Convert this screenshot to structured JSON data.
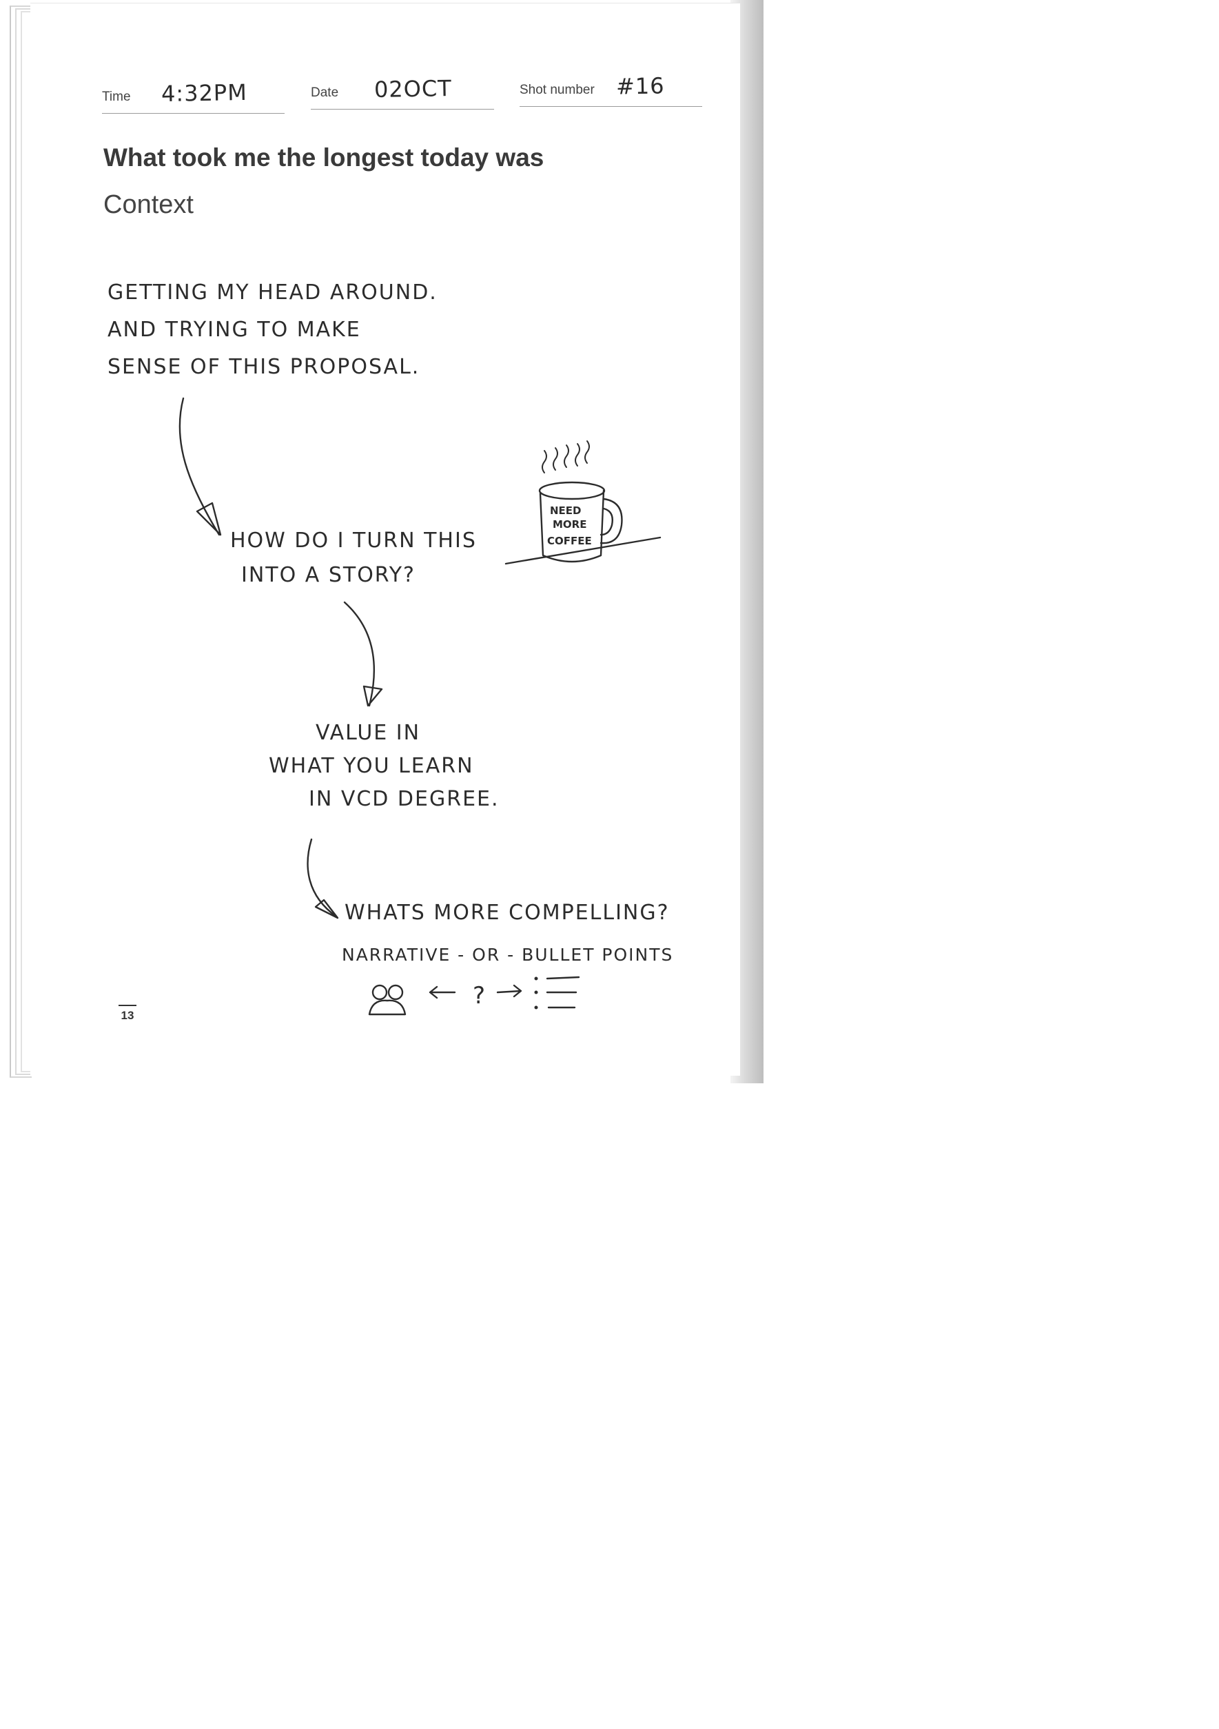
{
  "header": {
    "time_label": "Time",
    "time_value": "4:32PM",
    "date_label": "Date",
    "date_value": "02OCT",
    "shot_label": "Shot number",
    "shot_value": "#16"
  },
  "prompt": {
    "heading": "What took me the longest today was",
    "subheading": "Context"
  },
  "notes": {
    "first": [
      "GETTING MY HEAD AROUND.",
      "AND TRYING TO MAKE",
      "SENSE OF THIS PROPOSAL."
    ],
    "second": [
      "HOW DO I TURN THIS",
      "INTO A STORY?"
    ],
    "third": [
      "VALUE IN",
      "WHAT YOU LEARN",
      "IN VCD DEGREE."
    ],
    "fourth": "WHATS MORE COMPELLING?",
    "fifth": "NARRATIVE - OR - BULLET POINTS",
    "mug_text": [
      "NEED",
      "MORE",
      "COFFEE"
    ]
  },
  "footer": {
    "page_number": "13"
  }
}
